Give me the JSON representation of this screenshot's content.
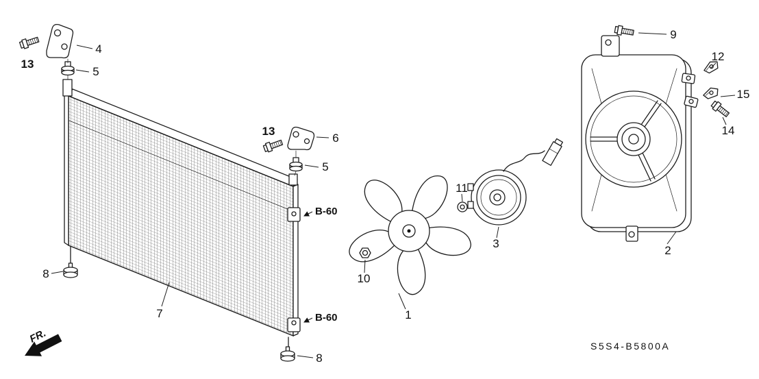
{
  "diagram": {
    "code": "S5S4-B5800A",
    "fr_label": "FR.",
    "refs": {
      "b60_upper": "B-60",
      "b60_lower": "B-60"
    },
    "callouts": {
      "n1": "1",
      "n2": "2",
      "n3": "3",
      "n4": "4",
      "n5_upper": "5",
      "n5_lower": "5",
      "n6": "6",
      "n7": "7",
      "n8_left": "8",
      "n8_bottom": "8",
      "n9": "9",
      "n10": "10",
      "n11": "11",
      "n12": "12",
      "n13_left": "13",
      "n13_mid": "13",
      "n14": "14",
      "n15": "15"
    }
  }
}
